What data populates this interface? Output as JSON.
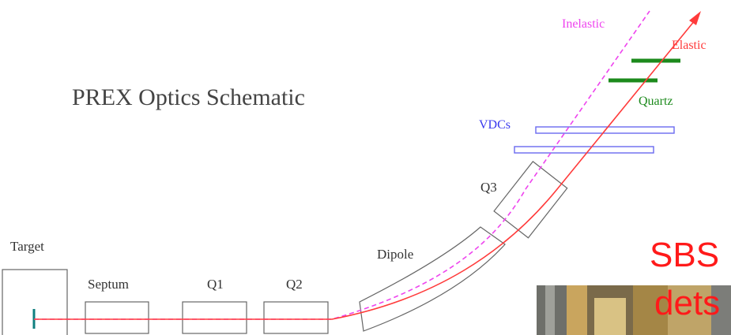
{
  "title": "PREX Optics Schematic",
  "labels": {
    "target": "Target",
    "septum": "Septum",
    "q1": "Q1",
    "q2": "Q2",
    "dipole": "Dipole",
    "q3": "Q3",
    "vdcs": "VDCs",
    "quartz": "Quartz",
    "inelastic": "Inelastic",
    "elastic": "Elastic"
  },
  "overlay": {
    "line1": "SBS",
    "line2": "dets"
  },
  "colors": {
    "elastic": "#ff3b3b",
    "inelastic": "#ee44ee",
    "vdc": "#3a3aee",
    "quartz": "#1c8a1c",
    "overlay_text": "#ff1a1a",
    "frame": "#666666"
  }
}
